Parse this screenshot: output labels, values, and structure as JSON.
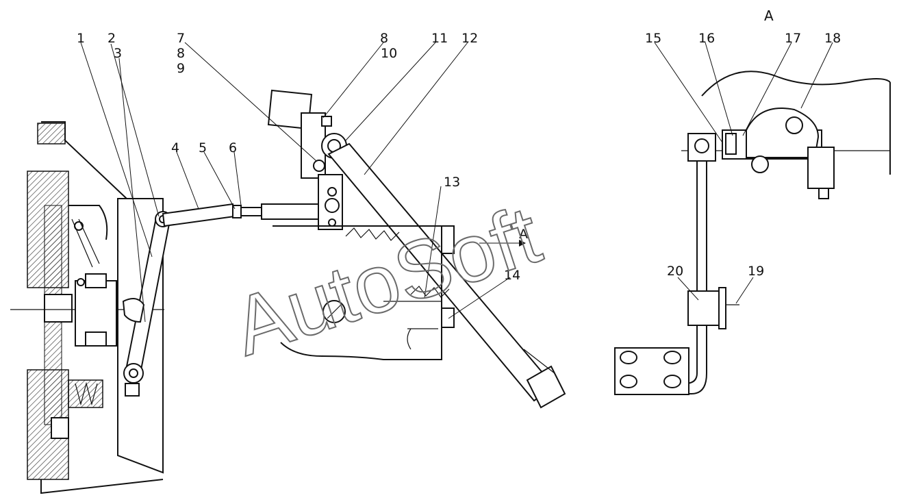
{
  "view_label": "A",
  "callouts": {
    "c1": "1",
    "c2": "2",
    "c3": "3",
    "c4": "4",
    "c5": "5",
    "c6": "6",
    "c7": "7",
    "c8a": "8",
    "c9": "9",
    "c8b": "8",
    "c10": "10",
    "c11": "11",
    "c12": "12",
    "c13": "13",
    "c14": "14",
    "c15": "15",
    "c16": "16",
    "c17": "17",
    "c18": "18",
    "c19": "19",
    "c20": "20"
  },
  "section_marker": "A",
  "watermark": "AutoSoft",
  "colors": {
    "line": "#111111",
    "hatch": "#333333",
    "watermark": "#6a6a6a",
    "background": "#ffffff"
  }
}
